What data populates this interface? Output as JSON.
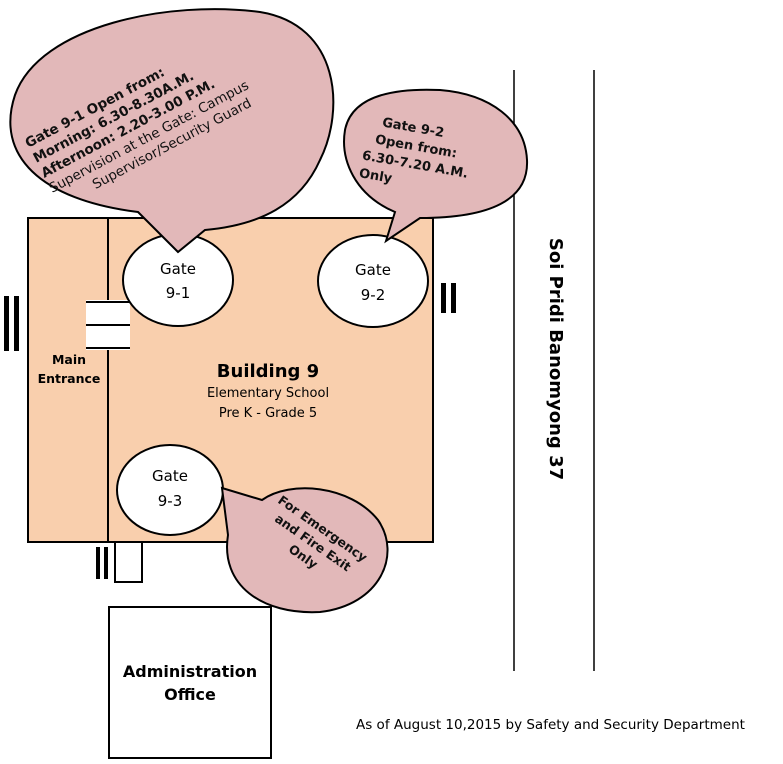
{
  "building": {
    "name": "Building 9",
    "school": "Elementary School",
    "grades": "Pre K - Grade 5"
  },
  "main_entrance": {
    "line1": "Main",
    "line2": "Entrance"
  },
  "gates": [
    {
      "line1": "Gate",
      "line2": "9-1"
    },
    {
      "line1": "Gate",
      "line2": "9-2"
    },
    {
      "line1": "Gate",
      "line2": "9-3"
    }
  ],
  "callouts": {
    "gate_9_1": {
      "line1": "Gate 9-1 Open from:",
      "line2": "Morning: 6.30-8.30A.M.",
      "line3": "Afternoon: 2.20-3.00 P.M.",
      "line4": "Supervision at the Gate: Campus",
      "line5": "Supervisor/Security Guard"
    },
    "gate_9_2": {
      "line1": "Gate 9-2",
      "line2": "Open from:",
      "line3": "6.30-7.20 A.M.",
      "line4": "Only"
    },
    "gate_9_3": {
      "line1": "For Emergency",
      "line2": "and Fire Exit",
      "line3": "Only"
    }
  },
  "road": {
    "name": "Soi Pridi Banomyong 37"
  },
  "admin_office": {
    "line1": "Administration",
    "line2": "Office"
  },
  "footer": {
    "note": "As of August 10,2015 by Safety and Security Department"
  },
  "colors": {
    "building_fill": "#f9cfad",
    "callout_fill": "#e2b8b9",
    "outline": "#000000"
  }
}
